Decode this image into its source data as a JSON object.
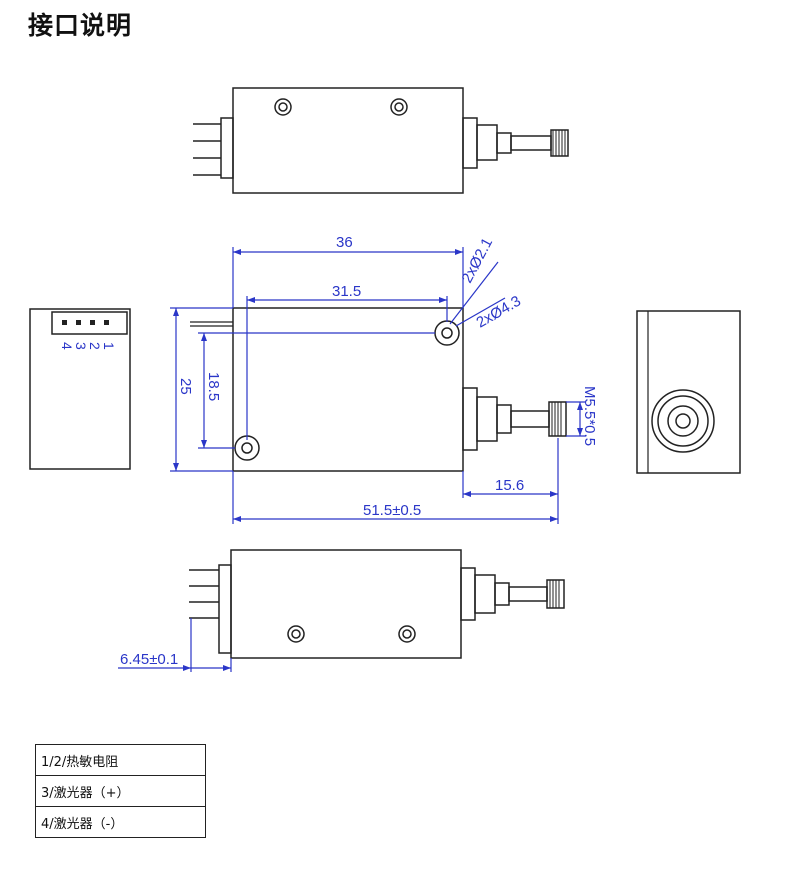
{
  "title": "接口说明",
  "dimensions": {
    "width_36": "36",
    "width_31_5": "31.5",
    "hole_large": "2xØ2.1",
    "hole_small": "2xØ4.3",
    "height_25": "25",
    "height_18_5": "18.5",
    "thread": "M5.5*0.5",
    "length_15_6": "15.6",
    "total_length": "51.5±0.5",
    "pin_offset": "6.45±0.1"
  },
  "pin_numbers": [
    "4",
    "3",
    "2",
    "1"
  ],
  "pin_table": [
    {
      "text": "1/2/热敏电阻"
    },
    {
      "text": "3/激光器（+）"
    },
    {
      "text": "4/激光器（-）"
    }
  ],
  "colors": {
    "dimension": "#2a36c8",
    "outline": "#222222"
  }
}
